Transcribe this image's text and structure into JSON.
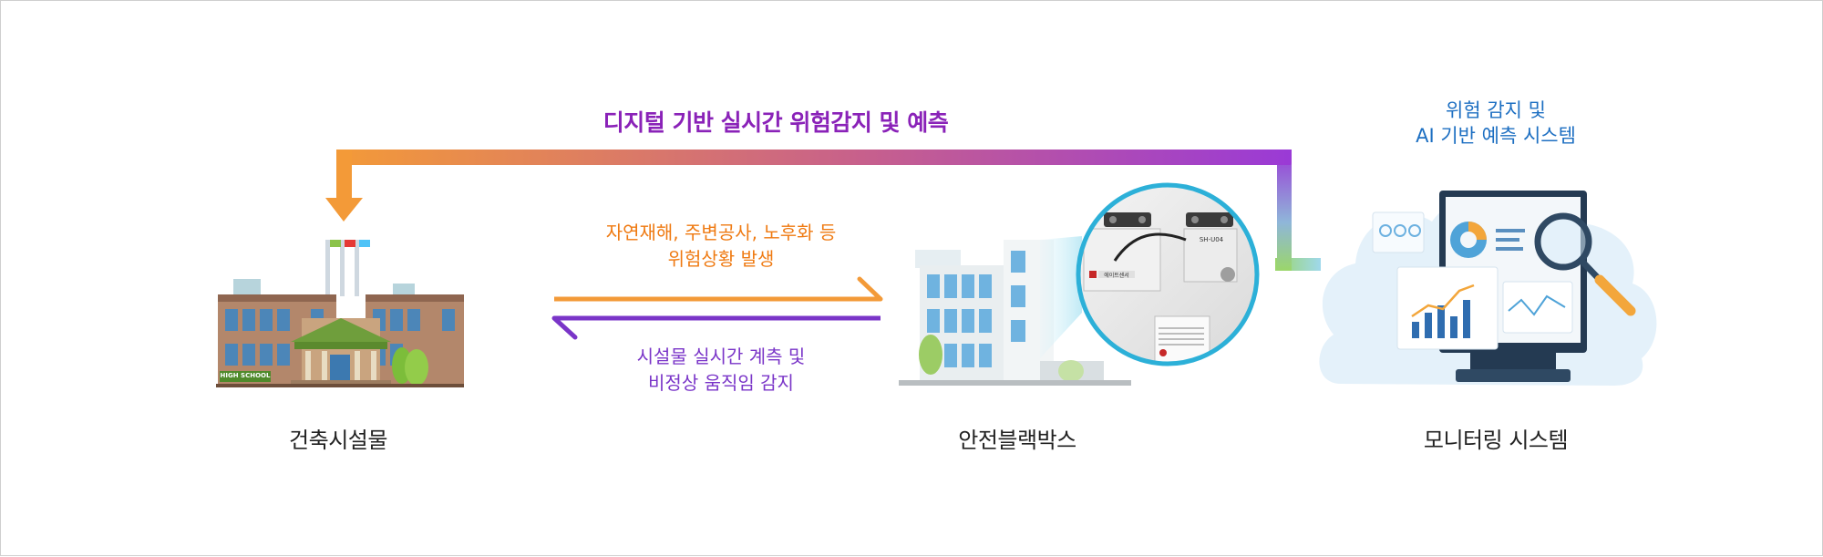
{
  "loop_title": "디지털 기반 실시간 위험감지 및 예측",
  "monitor_system": {
    "line1": "위험 감지 및",
    "line2": "AI 기반 예측 시스템"
  },
  "hazard_flow": {
    "line1": "자연재해, 주변공사, 노후화 등",
    "line2": "위험상황 발생"
  },
  "measure_flow": {
    "line1": "시설물 실시간 계측 및",
    "line2": "비정상 움직임 감지"
  },
  "captions": {
    "building": "건축시설물",
    "blackbox": "안전블랙박스",
    "monitoring": "모니터링 시스템"
  },
  "school_sign": "HIGH SCHOOL",
  "device_sticker": "에이트센서",
  "sensor_label": "SH-U04",
  "colors": {
    "orange": "#f39a38",
    "purple": "#8a22b8",
    "blue": "#2cb0d8",
    "green": "#9bd66a"
  }
}
